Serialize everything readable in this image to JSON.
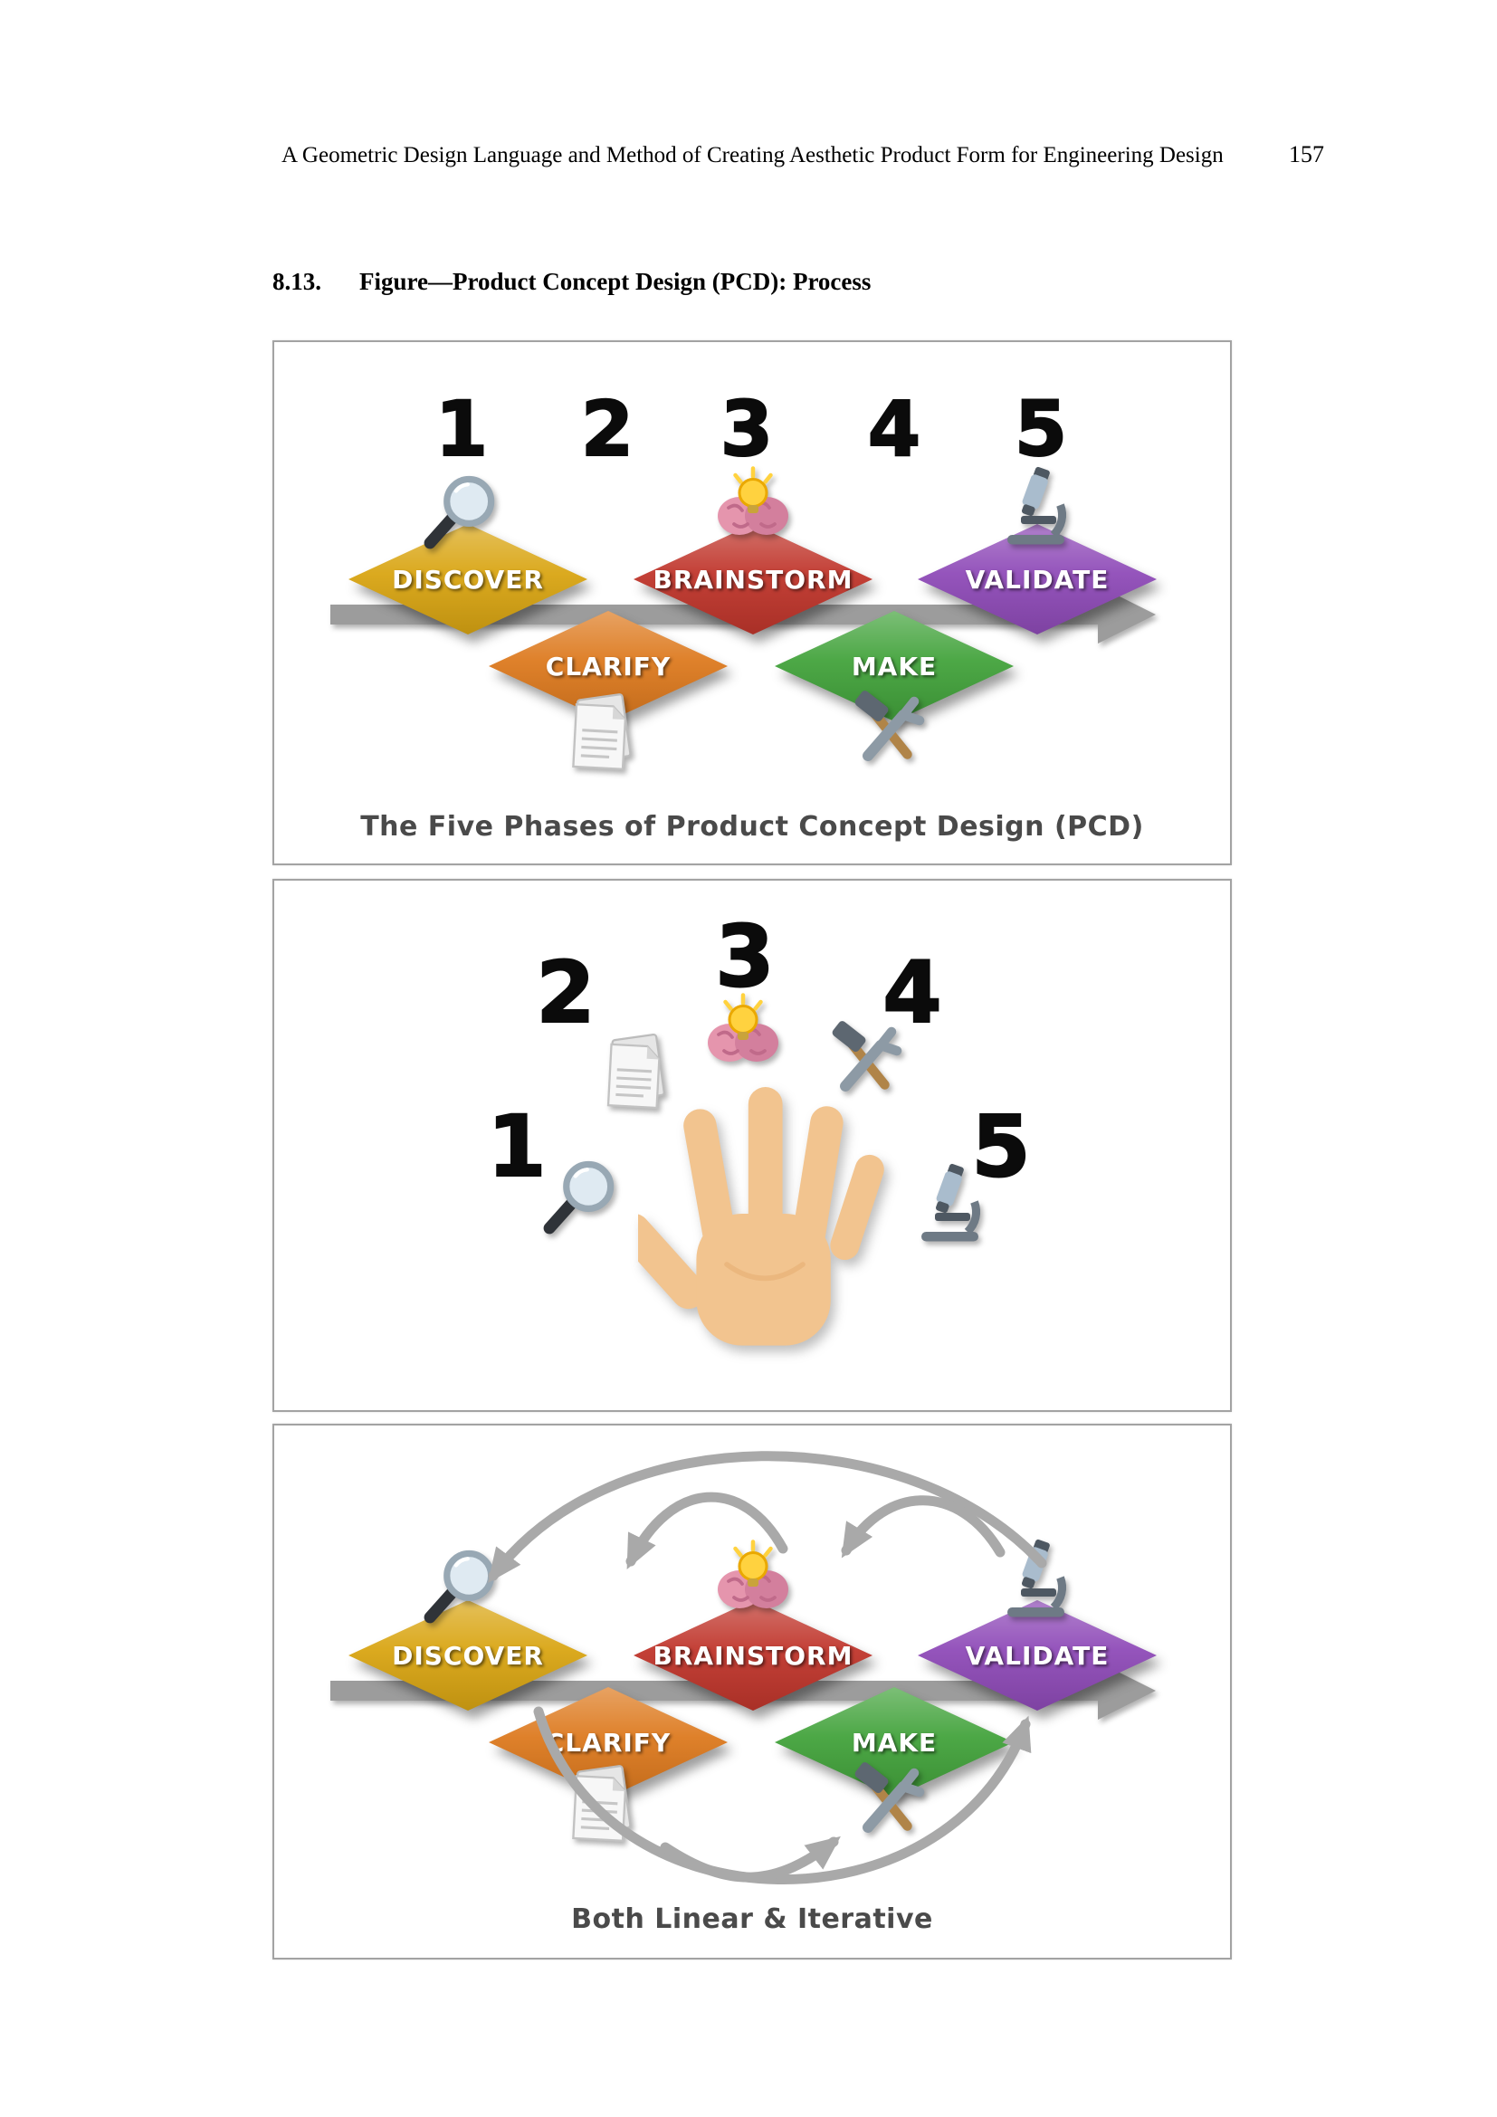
{
  "page": {
    "header_title": "A Geometric Design Language and Method of Creating Aesthetic Product Form for Engineering Design",
    "page_number": "157",
    "section": {
      "number": "8.13.",
      "title": "Figure—Product Concept Design (PCD): Process"
    }
  },
  "colors": {
    "discover": "#d9a513",
    "clarify": "#dd7a1f",
    "brainstorm": "#c0362c",
    "make": "#43a33c",
    "validate": "#8f4bb8",
    "arrow": "#9c9c9c",
    "iteration_arrow": "#a9a9a9",
    "caption_text": "#4a4a4a"
  },
  "phases": [
    {
      "number": "1",
      "label": "DISCOVER",
      "icon": "magnifier-icon",
      "color": "#d9a513"
    },
    {
      "number": "2",
      "label": "CLARIFY",
      "icon": "document-icon",
      "color": "#dd7a1f"
    },
    {
      "number": "3",
      "label": "BRAINSTORM",
      "icon": "brain-idea-icon",
      "color": "#c0362c"
    },
    {
      "number": "4",
      "label": "MAKE",
      "icon": "tools-icon",
      "color": "#43a33c"
    },
    {
      "number": "5",
      "label": "VALIDATE",
      "icon": "microscope-icon",
      "color": "#8f4bb8"
    }
  ],
  "panel_linear": {
    "caption": "The Five Phases of Product Concept Design (PCD)"
  },
  "panel_hand": {
    "hand_icon": "open-hand-icon"
  },
  "panel_iterative": {
    "caption": "Both Linear & Iterative"
  }
}
